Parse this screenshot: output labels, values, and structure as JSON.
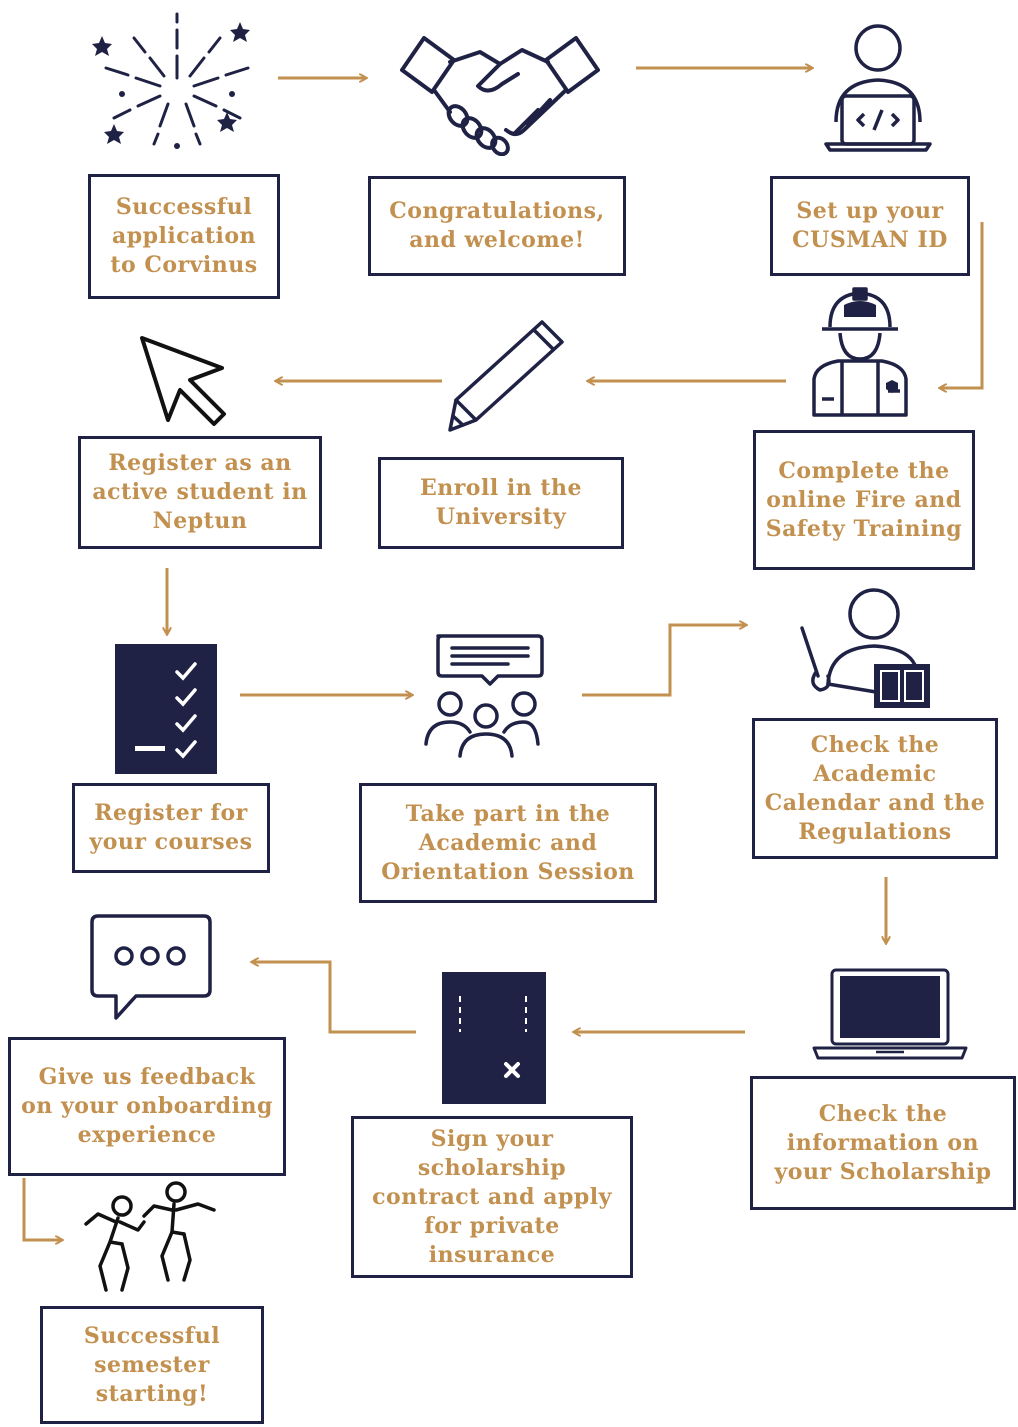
{
  "steps": {
    "s1": "Successful application to Corvinus",
    "s2": "Congratulations, and welcome!",
    "s3": "Set up your CUSMAN ID",
    "s4": "Complete the online Fire and Safety Training",
    "s5": "Enroll in the University",
    "s6": "Register as an active student in Neptun",
    "s7": "Register for your courses",
    "s8": "Take part in the Academic and Orientation Session",
    "s9": "Check the Academic Calendar and the Regulations",
    "s10": "Check the information on your Scholarship",
    "s11": "Sign your scholarship contract and apply for private insurance",
    "s12": "Give us feedback on your onboarding experience",
    "s13": "Successful semester starting!"
  },
  "icons": {
    "s1": "fireworks-icon",
    "s2": "handshake-icon",
    "s3": "developer-laptop-icon",
    "s4": "safety-worker-icon",
    "s5": "pencil-icon",
    "s6": "cursor-icon",
    "s7": "checklist-icon",
    "s8": "group-meeting-icon",
    "s9": "teacher-board-icon",
    "s10": "laptop-icon",
    "s11": "contract-document-icon",
    "s12": "chat-bubble-icon",
    "s13": "dancing-people-icon"
  },
  "colors": {
    "navy": "#1f2244",
    "gold": "#c2904f"
  }
}
